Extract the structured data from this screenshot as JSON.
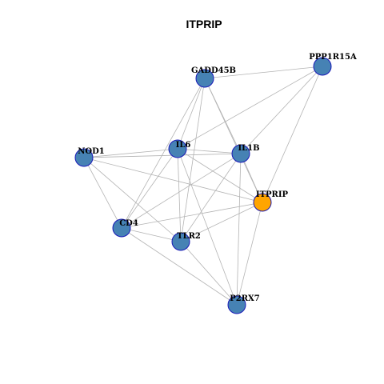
{
  "title": "ITPRIP",
  "colors": {
    "node_fill": "#4682b4",
    "node_stroke": "#1a1ab8",
    "focus_fill": "#ffa500",
    "focus_stroke": "#1a1ab8",
    "edge": "#b3b3b3"
  },
  "nodes": [
    {
      "id": "GADD45B",
      "label": "GADD45B",
      "focus": false
    },
    {
      "id": "PPP1R15A",
      "label": "PPP1R15A",
      "focus": false
    },
    {
      "id": "NOD1",
      "label": "NOD1",
      "focus": false
    },
    {
      "id": "IL6",
      "label": "IL6",
      "focus": false
    },
    {
      "id": "IL1B",
      "label": "IL1B",
      "focus": false
    },
    {
      "id": "ITPRIP",
      "label": "ITPRIP",
      "focus": true
    },
    {
      "id": "CD4",
      "label": "CD4",
      "focus": false
    },
    {
      "id": "TLR2",
      "label": "TLR2",
      "focus": false
    },
    {
      "id": "P2RX7",
      "label": "P2RX7",
      "focus": false
    }
  ],
  "edges": [
    [
      "GADD45B",
      "PPP1R15A"
    ],
    [
      "GADD45B",
      "IL6"
    ],
    [
      "GADD45B",
      "IL1B"
    ],
    [
      "GADD45B",
      "ITPRIP"
    ],
    [
      "GADD45B",
      "CD4"
    ],
    [
      "GADD45B",
      "TLR2"
    ],
    [
      "PPP1R15A",
      "IL6"
    ],
    [
      "PPP1R15A",
      "IL1B"
    ],
    [
      "PPP1R15A",
      "ITPRIP"
    ],
    [
      "NOD1",
      "IL6"
    ],
    [
      "NOD1",
      "IL1B"
    ],
    [
      "NOD1",
      "ITPRIP"
    ],
    [
      "NOD1",
      "CD4"
    ],
    [
      "NOD1",
      "TLR2"
    ],
    [
      "IL6",
      "IL1B"
    ],
    [
      "IL6",
      "ITPRIP"
    ],
    [
      "IL6",
      "CD4"
    ],
    [
      "IL6",
      "TLR2"
    ],
    [
      "IL6",
      "P2RX7"
    ],
    [
      "IL1B",
      "ITPRIP"
    ],
    [
      "IL1B",
      "CD4"
    ],
    [
      "IL1B",
      "TLR2"
    ],
    [
      "IL1B",
      "P2RX7"
    ],
    [
      "ITPRIP",
      "CD4"
    ],
    [
      "ITPRIP",
      "TLR2"
    ],
    [
      "ITPRIP",
      "P2RX7"
    ],
    [
      "CD4",
      "TLR2"
    ],
    [
      "CD4",
      "P2RX7"
    ],
    [
      "TLR2",
      "P2RX7"
    ]
  ]
}
